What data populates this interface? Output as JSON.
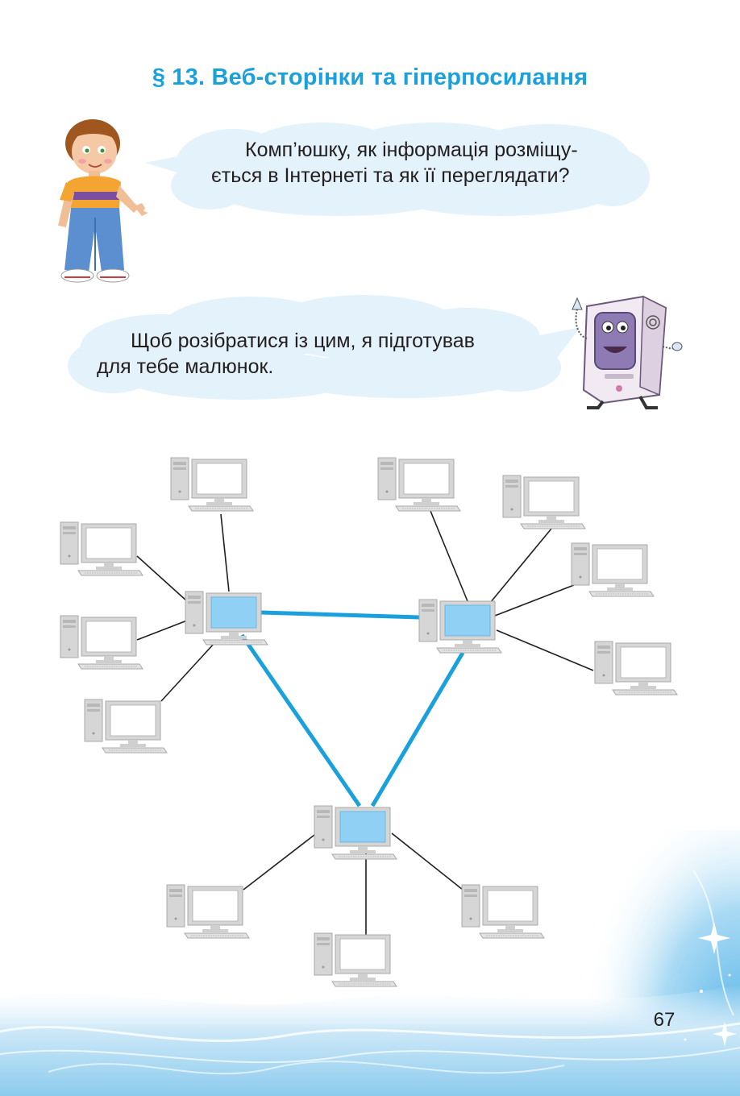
{
  "section": {
    "title": "§ 13. Веб-сторінки та гіперпосилання"
  },
  "dialogue": {
    "boy_question_line1": "Комп’юшку, як інформація розміщу-",
    "boy_question_line2": "ється в Інтернеті та як її переглядати?",
    "computer_answer_line1": "Щоб розібратися із цим, я підготував",
    "computer_answer_line2": "для тебе малюнок."
  },
  "colors": {
    "title": "#1aa0dc",
    "cloud": "#e3f2fb",
    "backbone_link": "#1aa0dc",
    "client_link": "#231f20",
    "server_screen": "#8fd0f4",
    "client_screen": "#ffffff",
    "computer_body": "#d6d6d6"
  },
  "network": {
    "hubs": [
      "hub-left",
      "hub-right",
      "hub-bottom"
    ],
    "clients_per_hub": {
      "hub-left": 4,
      "hub-right": 4,
      "hub-bottom": 3
    }
  },
  "footer": {
    "page_number": "67"
  }
}
